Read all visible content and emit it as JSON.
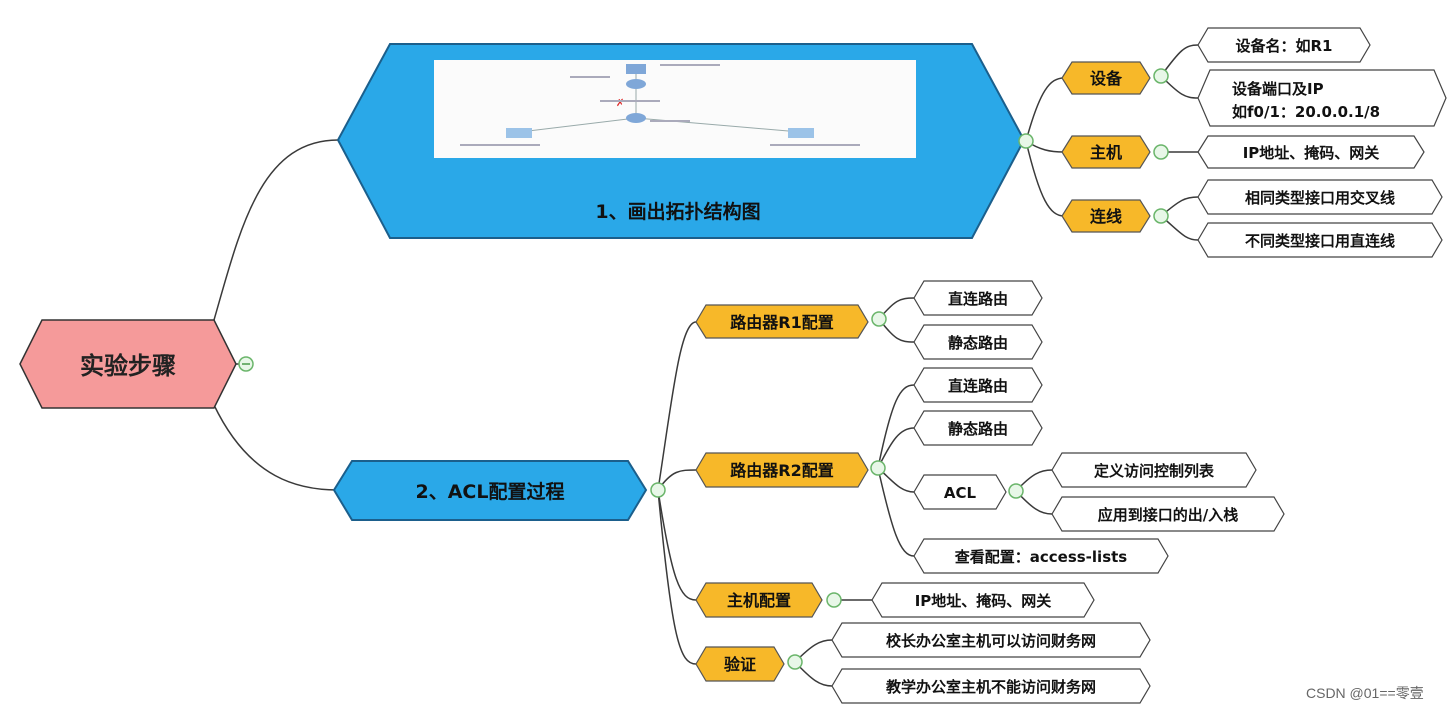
{
  "root": {
    "label": "实验步骤"
  },
  "step1": {
    "label": "1、画出拓扑结构图",
    "children": [
      {
        "label": "设备",
        "children": [
          "设备名：如R1",
          [
            "设备端口及IP",
            "如f0/1：20.0.0.1/8"
          ]
        ]
      },
      {
        "label": "主机",
        "children": [
          "IP地址、掩码、网关"
        ]
      },
      {
        "label": "连线",
        "children": [
          "相同类型接口用交叉线",
          "不同类型接口用直连线"
        ]
      }
    ]
  },
  "step2": {
    "label": "2、ACL配置过程",
    "children": [
      {
        "label": "路由器R1配置",
        "children": [
          "直连路由",
          "静态路由"
        ]
      },
      {
        "label": "路由器R2配置",
        "children": [
          "直连路由",
          "静态路由",
          "ACL",
          "查看配置：access-lists"
        ],
        "acl_children": [
          "定义访问控制列表",
          "应用到接口的出/入栈"
        ]
      },
      {
        "label": "主机配置",
        "children": [
          "IP地址、掩码、网关"
        ]
      },
      {
        "label": "验证",
        "children": [
          "校长办公室主机可以访问财务网",
          "教学办公室主机不能访问财务网"
        ]
      }
    ]
  },
  "watermark": "CSDN @01==零壹",
  "colors": {
    "root": "#f59a9a",
    "step": "#2aa8e8",
    "orange": "#f7b829",
    "line": "#3a3a3a",
    "collapse": "#8fd18f"
  }
}
